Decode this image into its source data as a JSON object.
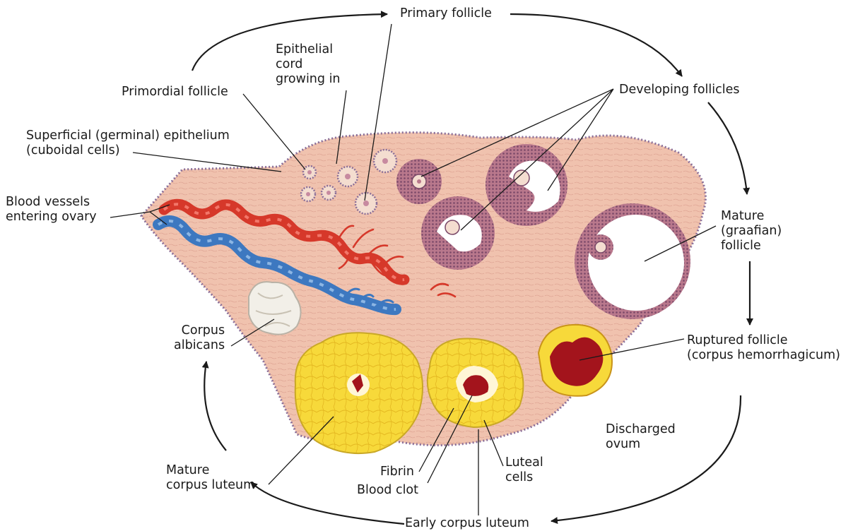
{
  "labels": {
    "primary_follicle": "Primary follicle",
    "epithelial_cord": [
      "Epithelial",
      "cord",
      "growing in"
    ],
    "primordial_follicle": "Primordial follicle",
    "developing_follicles": "Developing follicles",
    "superficial_epithelium": [
      "Superficial (germinal) epithelium",
      "(cuboidal cells)"
    ],
    "blood_vessels": [
      "Blood vessels",
      "entering ovary"
    ],
    "mature_follicle": [
      "Mature",
      "(graafian)",
      "follicle"
    ],
    "corpus_albicans": [
      "Corpus",
      "albicans"
    ],
    "ruptured_follicle": [
      "Ruptured follicle",
      "(corpus hemorrhagicum)"
    ],
    "discharged_ovum": [
      "Discharged",
      "ovum"
    ],
    "mature_corpus_luteum": [
      "Mature",
      "corpus luteum"
    ],
    "fibrin": "Fibrin",
    "blood_clot": "Blood clot",
    "luteal_cells": [
      "Luteal",
      "cells"
    ],
    "early_corpus_luteum": "Early corpus luteum"
  },
  "colors": {
    "ovary_stroma": "#f0c2ae",
    "capsule_dots": "#7a6fa0",
    "artery": "#d6382a",
    "vein": "#3d78c0",
    "corpus_luteum": "#f7d93a",
    "blood_clot": "#a3141c",
    "corpus_albicans": "#f2efe8",
    "arrow": "#1a1a1a"
  }
}
